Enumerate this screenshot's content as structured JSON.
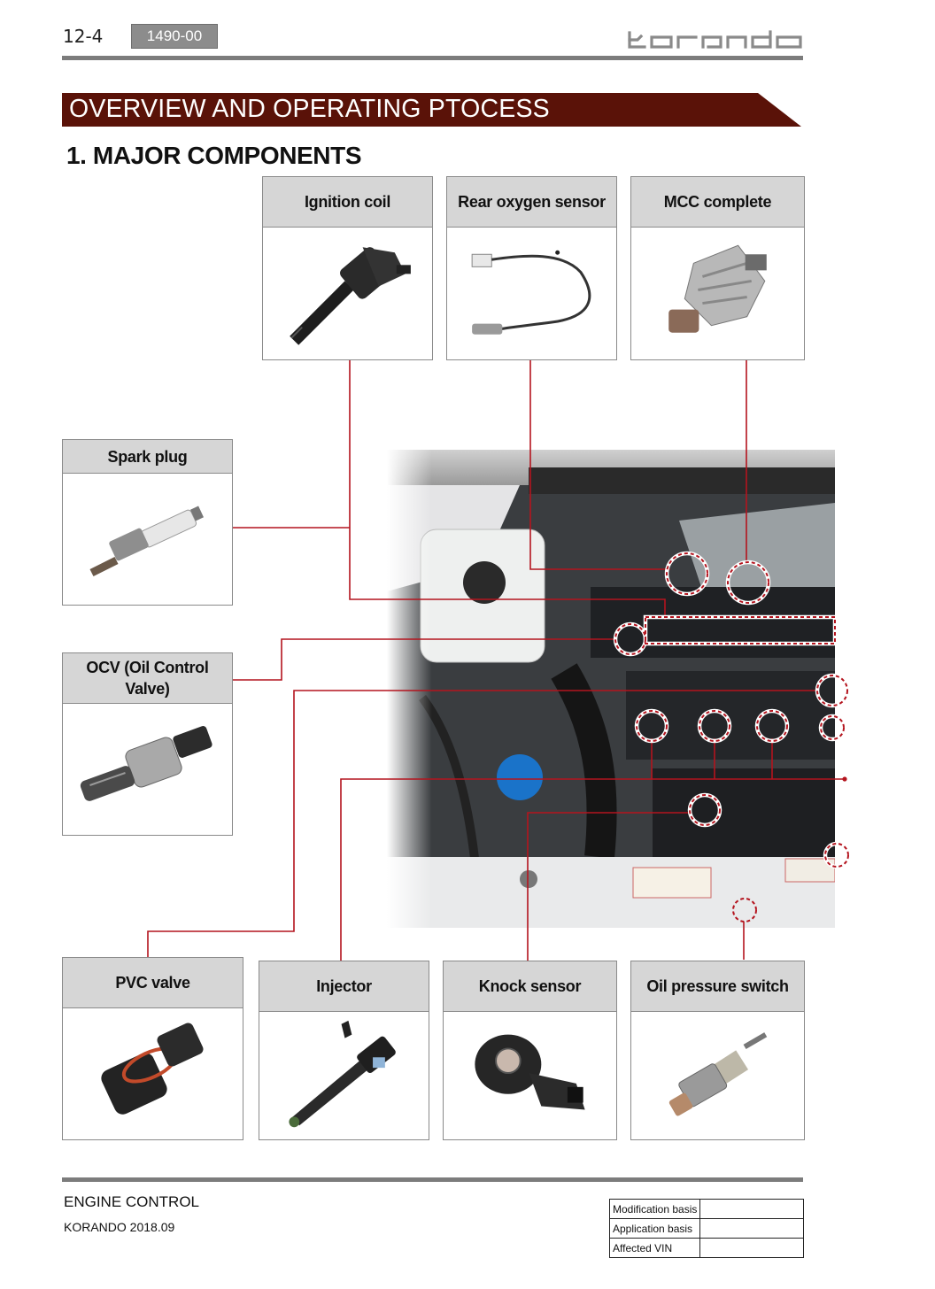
{
  "header": {
    "page_number": "12-4",
    "doc_code": "1490-00",
    "brand_logo": "korando"
  },
  "section_title": "OVERVIEW AND OPERATING PTOCESS",
  "subsection_title": "1. MAJOR COMPONENTS",
  "components": {
    "ignition_coil": "Ignition coil",
    "rear_oxygen_sensor": "Rear oxygen sensor",
    "mcc_complete": "MCC complete",
    "spark_plug": "Spark plug",
    "ocv": "OCV (Oil Control Valve)",
    "pvc_valve": "PVC valve",
    "injector": "Injector",
    "knock_sensor": "Knock sensor",
    "oil_pressure_switch": "Oil pressure switch"
  },
  "footer": {
    "section": "ENGINE CONTROL",
    "model": "KORANDO 2018.09",
    "basis_rows": [
      {
        "label": "Modification basis",
        "value": ""
      },
      {
        "label": "Application basis",
        "value": ""
      },
      {
        "label": "Affected VIN",
        "value": ""
      }
    ]
  },
  "colors": {
    "banner": "#5a1208",
    "leader_line": "#b4141e",
    "caption_bg": "#d6d6d6",
    "rule": "#7c7c7c"
  }
}
